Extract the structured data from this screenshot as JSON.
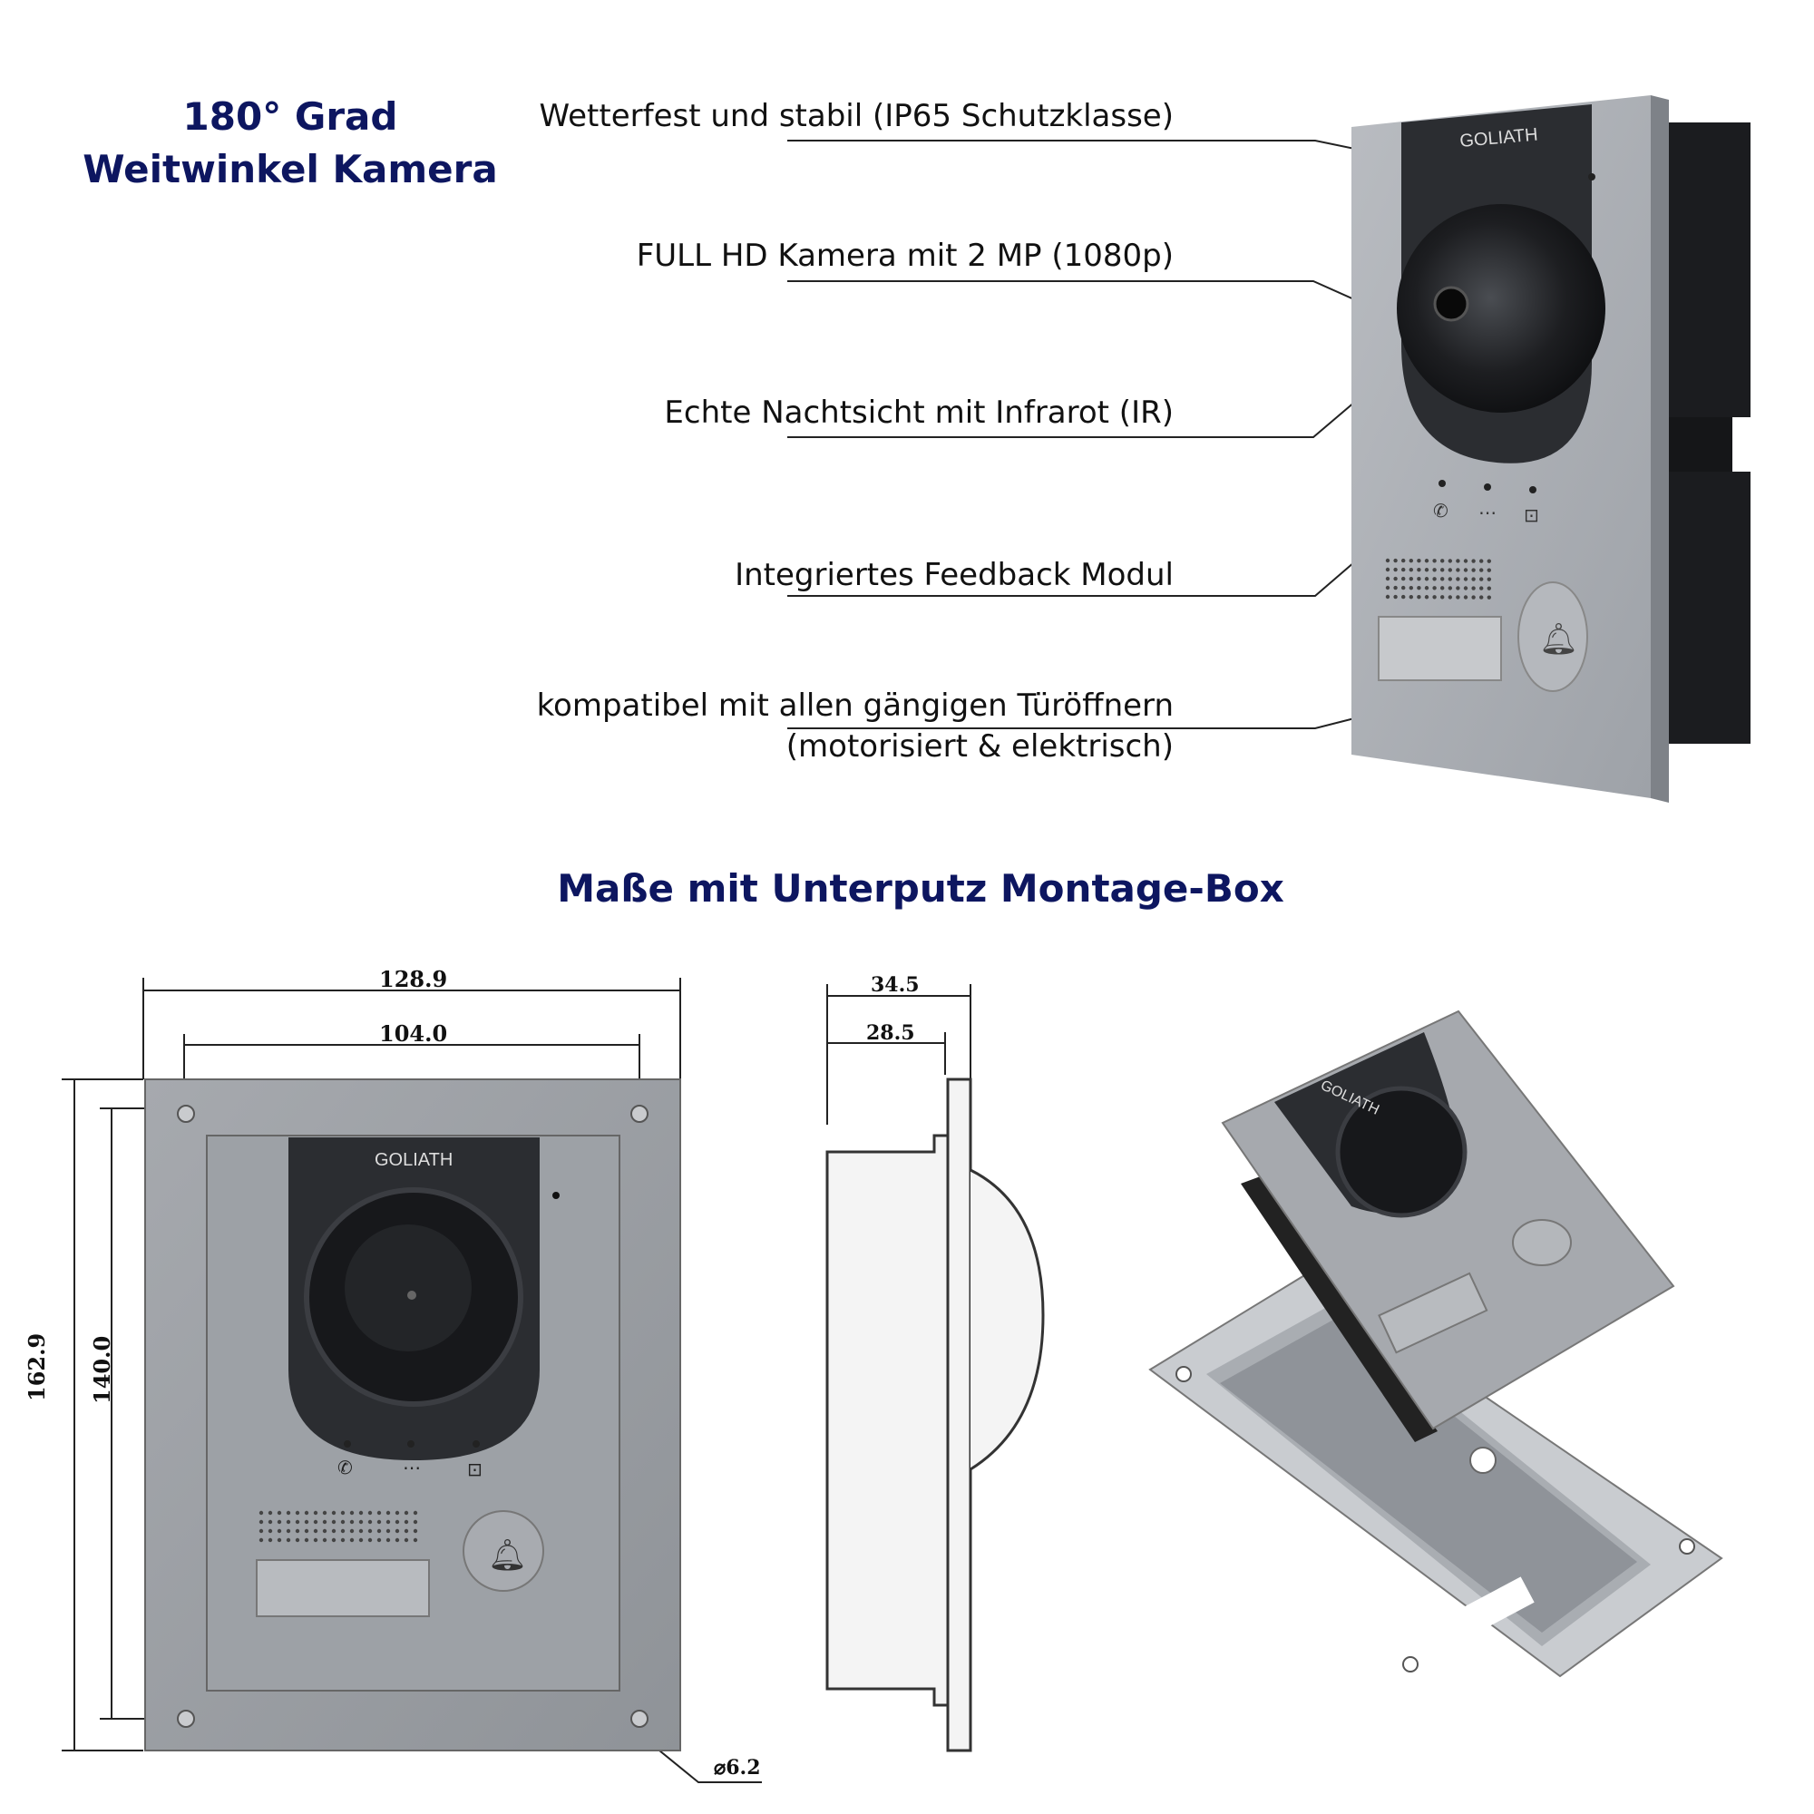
{
  "top_heading": {
    "line1": "180° Grad",
    "line2": "Weitwinkel Kamera"
  },
  "features": [
    {
      "text": "Wetterfest und stabil (IP65 Schutzklasse)"
    },
    {
      "text": "FULL HD Kamera mit 2 MP (1080p)"
    },
    {
      "text": "Echte Nachtsicht mit Infrarot (IR)"
    },
    {
      "text": "Integriertes Feedback Modul"
    },
    {
      "text": "kompatibel mit allen gängigen Türöffnern",
      "text2": "(motorisiert & elektrisch)"
    }
  ],
  "section_heading": "Maße mit Unterputz Montage-Box",
  "brand_logo": "GOLIATH",
  "dimensions": {
    "outer_width": "128.9",
    "inner_width": "104.0",
    "outer_height": "162.9",
    "inner_height": "140.0",
    "total_depth": "34.5",
    "box_depth": "28.5",
    "hole_diameter": "⌀6.2"
  },
  "icons": [
    "handset-icon",
    "speech-icon",
    "unlock-icon",
    "bell-icon"
  ],
  "colors": {
    "heading": "#0d1660",
    "panel": "#a9acb1",
    "camera_housing": "#2b2d31"
  }
}
